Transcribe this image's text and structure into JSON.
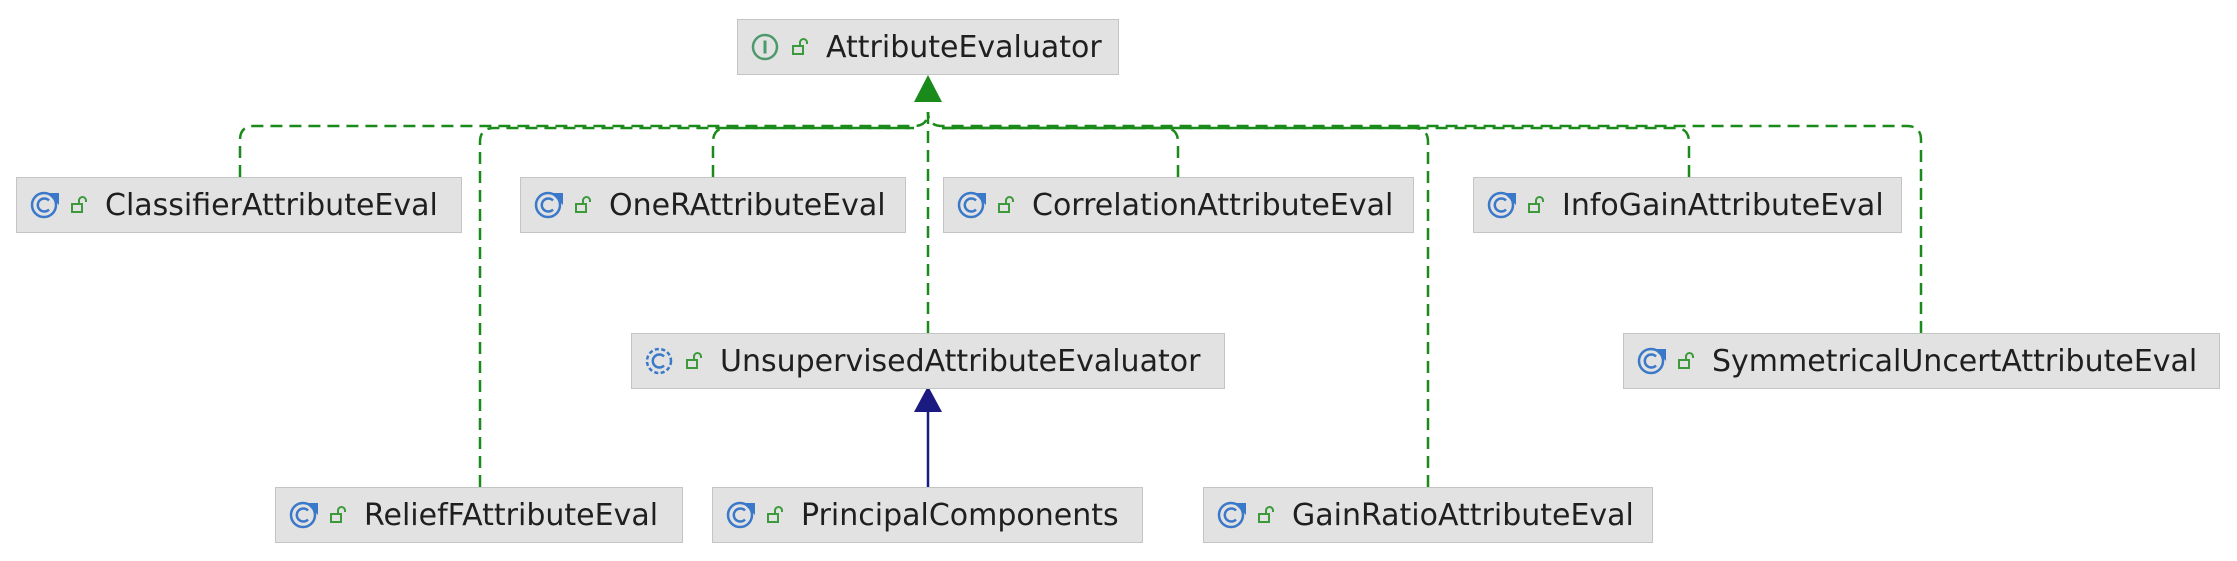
{
  "colors": {
    "implements_edge": "#1a8a1a",
    "extends_edge": "#1a1a80",
    "node_fill": "#e2e2e2",
    "node_border": "#c4c4c4",
    "class_icon": "#3a78c9",
    "interface_icon": "#4c9a6c",
    "visibility_icon": "#3c9a3c"
  },
  "nodes": {
    "attribute_evaluator": {
      "label": "AttributeEvaluator",
      "icon": "interface-icon"
    },
    "classifier_attribute_eval": {
      "label": "ClassifierAttributeEval",
      "icon": "class-icon"
    },
    "one_r_attribute_eval": {
      "label": "OneRAttributeEval",
      "icon": "class-icon"
    },
    "correlation_attribute_eval": {
      "label": "CorrelationAttributeEval",
      "icon": "class-icon"
    },
    "info_gain_attribute_eval": {
      "label": "InfoGainAttributeEval",
      "icon": "class-icon"
    },
    "unsupervised_attribute_evaluator": {
      "label": "UnsupervisedAttributeEvaluator",
      "icon": "abstract-class-icon"
    },
    "symmetrical_uncert_attribute_eval": {
      "label": "SymmetricalUncertAttributeEval",
      "icon": "class-icon"
    },
    "relief_f_attribute_eval": {
      "label": "ReliefFAttributeEval",
      "icon": "class-icon"
    },
    "principal_components": {
      "label": "PrincipalComponents",
      "icon": "class-icon"
    },
    "gain_ratio_attribute_eval": {
      "label": "GainRatioAttributeEval",
      "icon": "class-icon"
    }
  },
  "edges": [
    {
      "from": "classifier_attribute_eval",
      "to": "attribute_evaluator",
      "type": "implements"
    },
    {
      "from": "one_r_attribute_eval",
      "to": "attribute_evaluator",
      "type": "implements"
    },
    {
      "from": "correlation_attribute_eval",
      "to": "attribute_evaluator",
      "type": "implements"
    },
    {
      "from": "info_gain_attribute_eval",
      "to": "attribute_evaluator",
      "type": "implements"
    },
    {
      "from": "unsupervised_attribute_evaluator",
      "to": "attribute_evaluator",
      "type": "implements"
    },
    {
      "from": "symmetrical_uncert_attribute_eval",
      "to": "attribute_evaluator",
      "type": "implements"
    },
    {
      "from": "relief_f_attribute_eval",
      "to": "attribute_evaluator",
      "type": "implements"
    },
    {
      "from": "gain_ratio_attribute_eval",
      "to": "attribute_evaluator",
      "type": "implements"
    },
    {
      "from": "principal_components",
      "to": "unsupervised_attribute_evaluator",
      "type": "extends"
    }
  ]
}
